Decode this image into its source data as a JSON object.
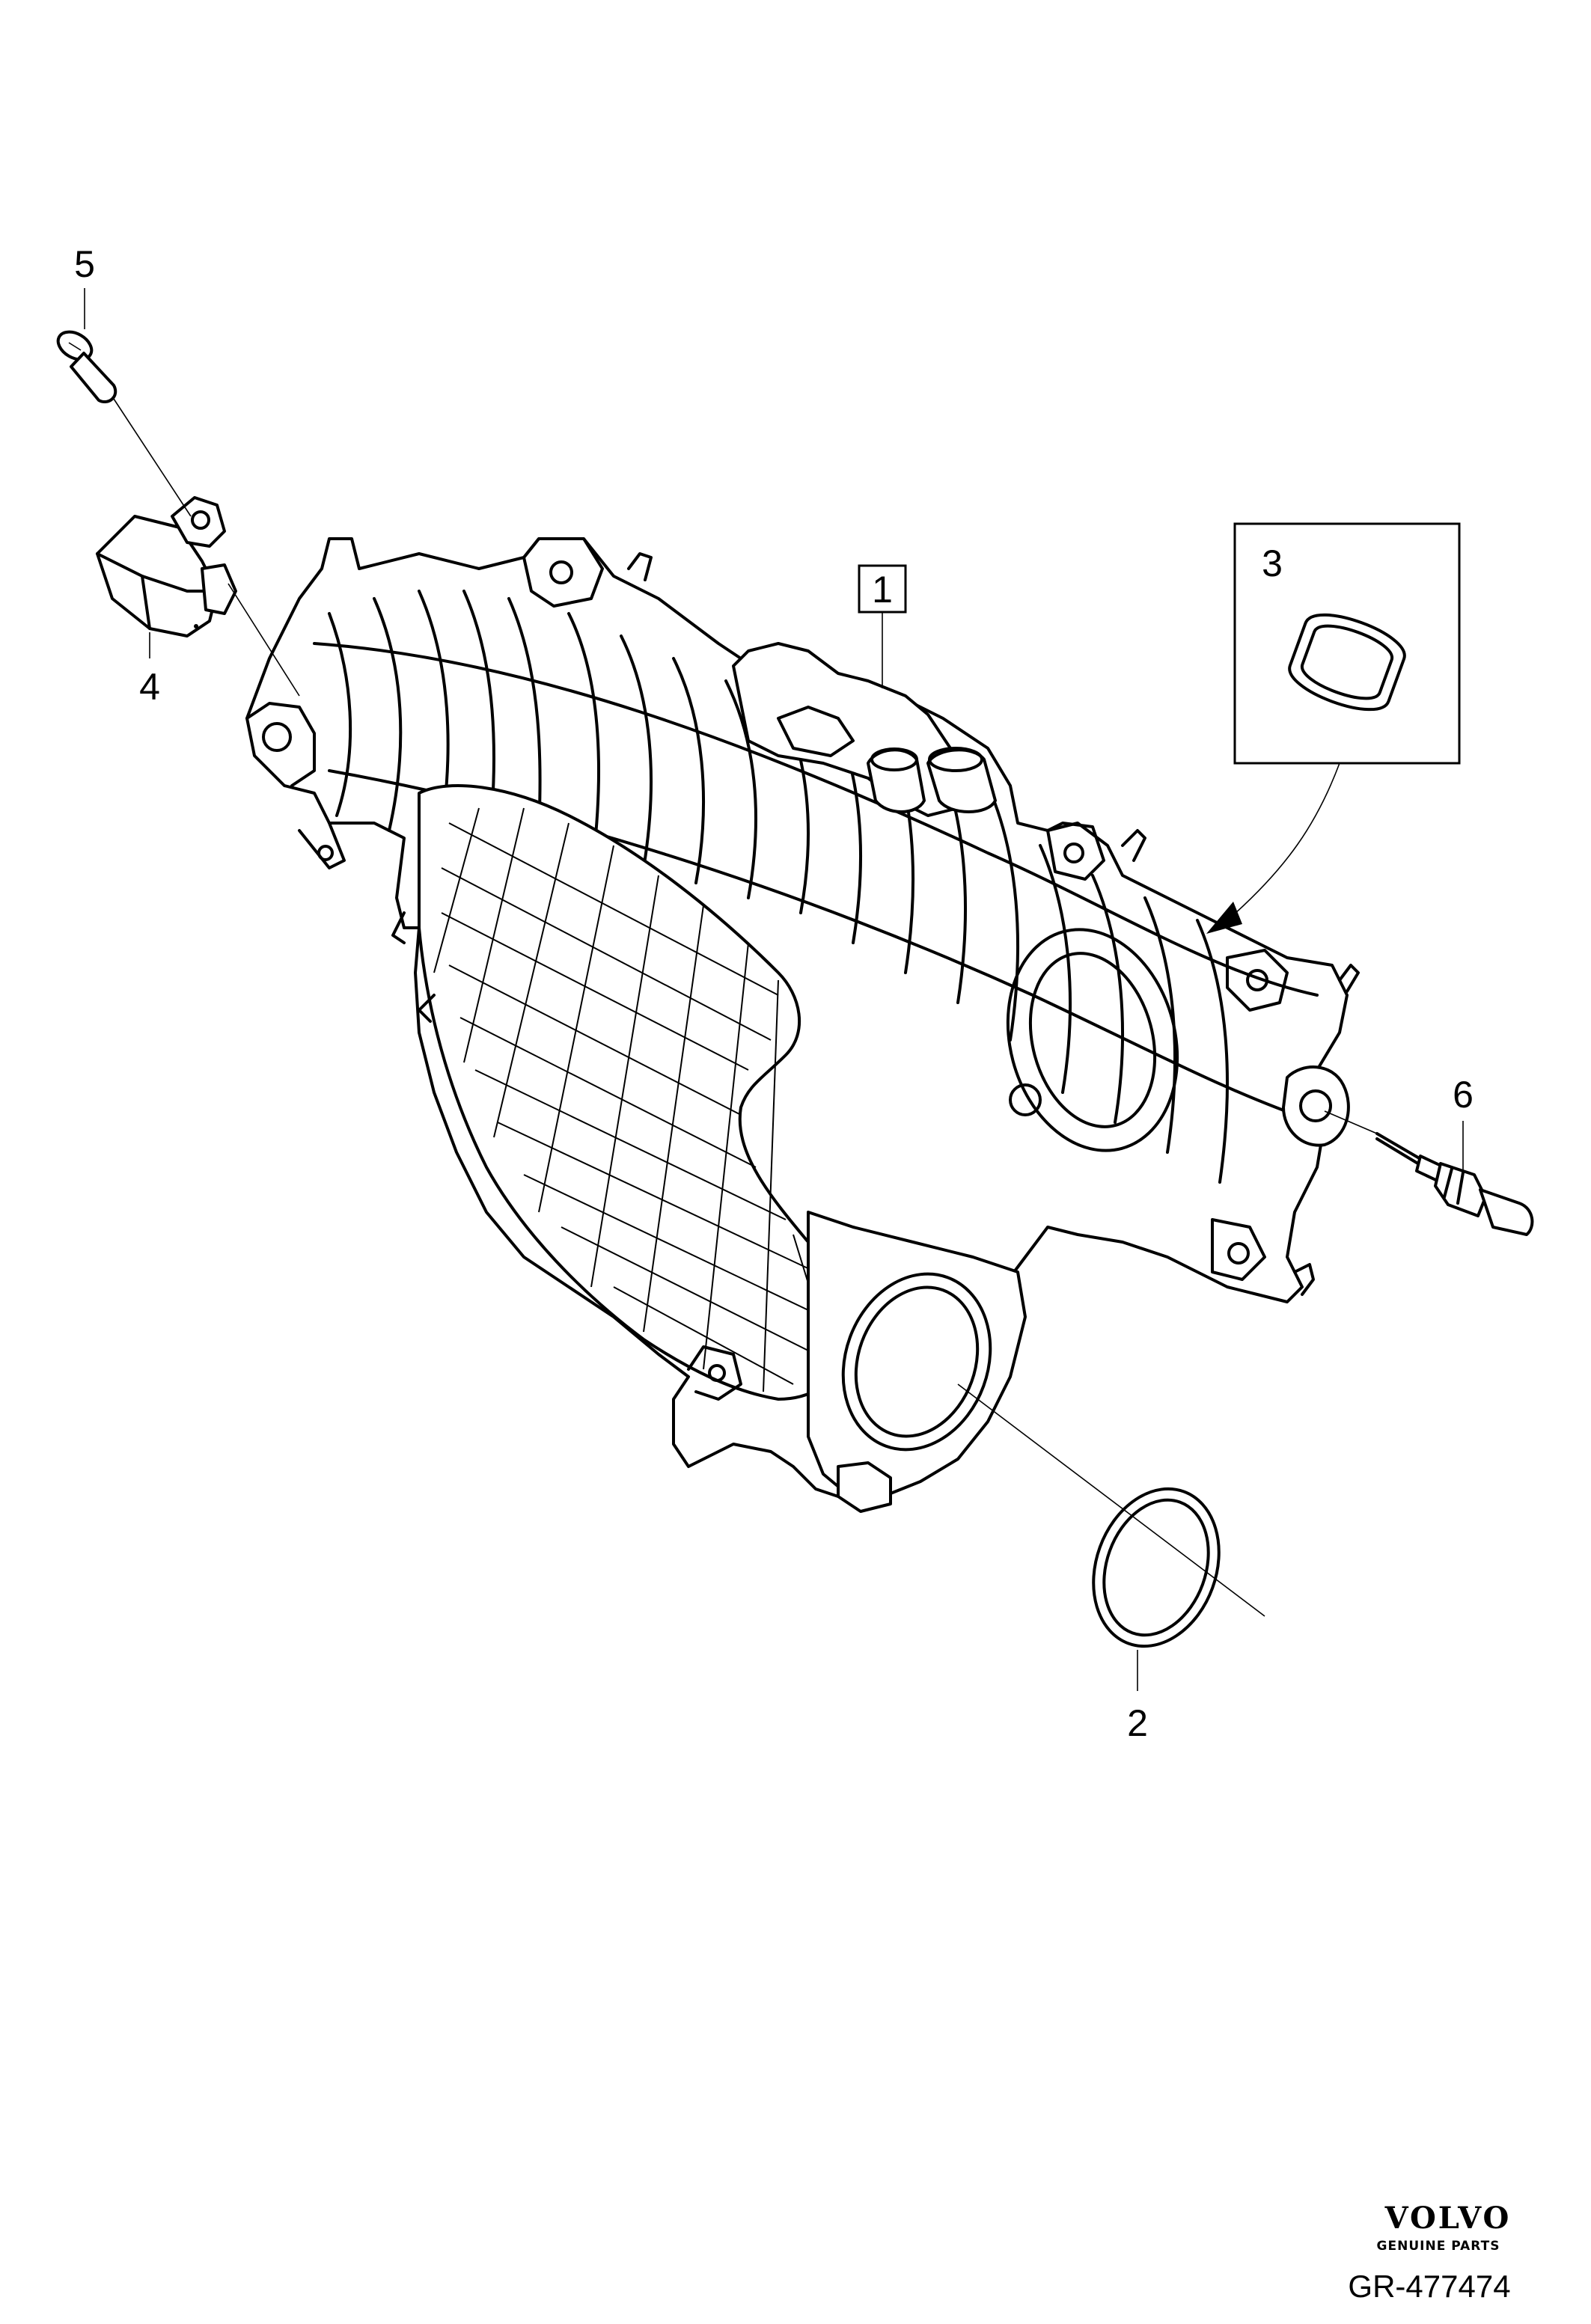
{
  "callouts": {
    "c1": "1",
    "c2": "2",
    "c3": "3",
    "c4": "4",
    "c5": "5",
    "c6": "6"
  },
  "logo": {
    "brand": "VOLVO",
    "tagline": "GENUINE PARTS"
  },
  "reference": "GR-477474",
  "icons": {
    "main_part": "intake-manifold-icon",
    "gasket_round": "round-gasket-icon",
    "gasket_oval": "oval-gasket-icon",
    "sensor": "pressure-sensor-icon",
    "bolt": "bolt-icon",
    "temp_sensor": "temperature-sensor-icon"
  },
  "colors": {
    "line": "#000000",
    "background": "#ffffff"
  }
}
